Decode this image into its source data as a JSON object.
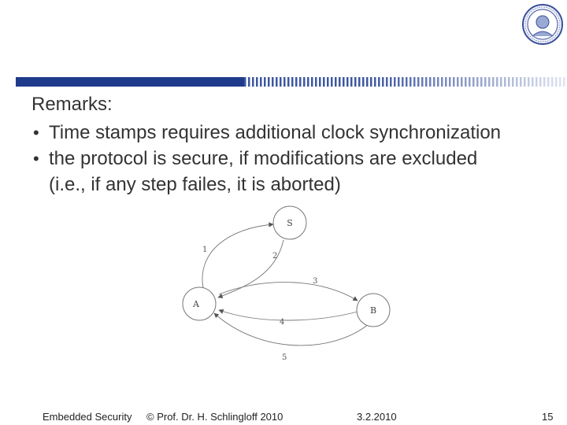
{
  "slide": {
    "heading": "Remarks:",
    "bullets": [
      {
        "text": "Time stamps requires additional clock synchronization",
        "continuation": ""
      },
      {
        "text": "the protocol is secure, if modifications are excluded",
        "continuation": "(i.e., if any step failes, it is aborted)"
      }
    ]
  },
  "diagram": {
    "nodes": [
      {
        "id": "S",
        "label": "S"
      },
      {
        "id": "A",
        "label": "A"
      },
      {
        "id": "B",
        "label": "B"
      }
    ],
    "edges": [
      {
        "from": "A",
        "to": "S",
        "label": "1"
      },
      {
        "from": "S",
        "to": "A",
        "label": "2"
      },
      {
        "from": "A",
        "to": "B",
        "label": "3"
      },
      {
        "from": "B",
        "to": "A",
        "label": "4"
      },
      {
        "from": "B",
        "to": "A",
        "label": "5"
      }
    ]
  },
  "footer": {
    "course": "Embedded Security",
    "author": "© Prof. Dr. H. Schlingloff 2010",
    "date": "3.2.2010",
    "page": "15"
  },
  "colors": {
    "accent": "#1f3a8a",
    "seal": "#3a4f9a"
  },
  "icons": {
    "logo": "university-seal-icon"
  }
}
